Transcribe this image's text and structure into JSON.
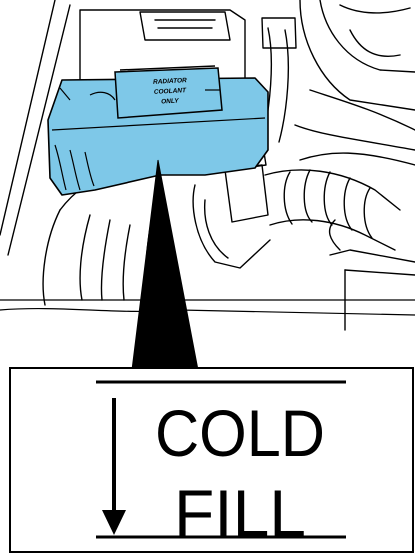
{
  "reservoir": {
    "cap_line1": "RADIATOR",
    "cap_line2": "COOLANT",
    "cap_line3": "ONLY",
    "fill_color": "#7ec8e8"
  },
  "label_box": {
    "line1": "COLD",
    "line2": "FILL"
  },
  "icons": {
    "indicator": "pointer-arrow",
    "down": "arrow-down"
  }
}
